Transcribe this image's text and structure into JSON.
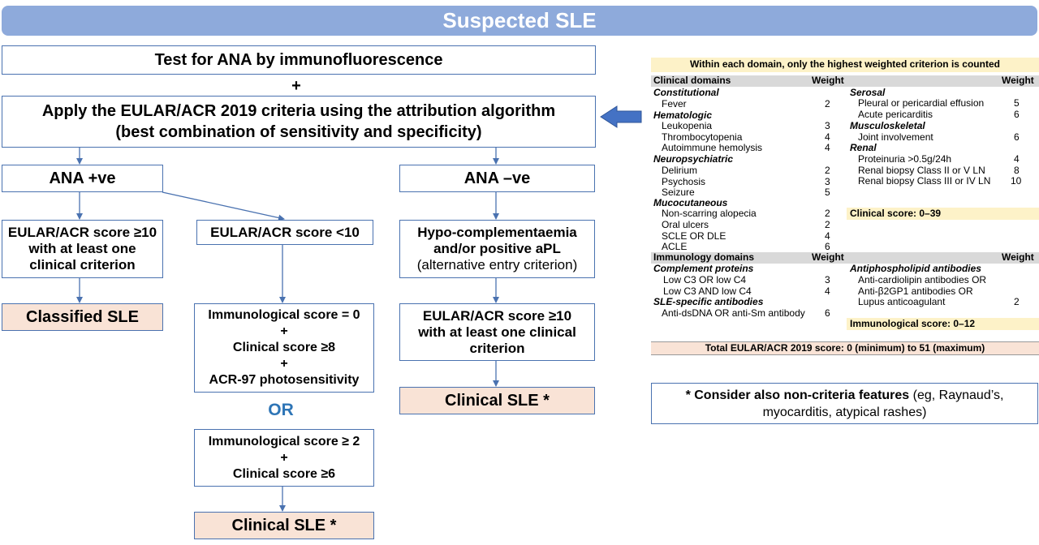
{
  "header": {
    "title": "Suspected SLE"
  },
  "flow": {
    "ana_test": "Test for ANA by immunofluorescence",
    "plus": "+",
    "apply_line1": "Apply the EULAR/ACR 2019 criteria using the attribution algorithm",
    "apply_line2": "(best combination of sensitivity and specificity)",
    "ana_pos": "ANA +ve",
    "ana_neg": "ANA –ve",
    "score10_line1": "EULAR/ACR score ≥10",
    "score10_line2": "with at least one",
    "score10_line3": "clinical criterion",
    "score_lt10": "EULAR/ACR score <10",
    "classified": "Classified SLE",
    "immuno0_line1": "Immunological score = 0",
    "immuno0_plus1": "+",
    "immuno0_line2": "Clinical score ≥8",
    "immuno0_plus2": "+",
    "immuno0_line3": "ACR-97 photosensitivity",
    "or": "OR",
    "immuno2_line1": "Immunological score ≥ 2",
    "immuno2_plus": "+",
    "immuno2_line2": "Clinical score ≥6",
    "clinical_mid": "Clinical SLE *",
    "hypo_line1": "Hypo-complementaemia",
    "hypo_line2": "and/or positive aPL",
    "hypo_line3": "(alternative entry criterion)",
    "neg_score_line1": "EULAR/ACR score ≥10",
    "neg_score_line2": "with at least one clinical",
    "neg_score_line3": "criterion",
    "clinical_right": "Clinical SLE *"
  },
  "criteria": {
    "note": "Within each domain, only the highest weighted criterion is counted",
    "clinical_header": "Clinical domains",
    "weight": "Weight",
    "left_col": [
      {
        "domain": "Constitutional",
        "items": [
          {
            "label": "Fever",
            "w": "2"
          }
        ]
      },
      {
        "domain": "Hematologic",
        "items": [
          {
            "label": "Leukopenia",
            "w": "3"
          },
          {
            "label": "Thrombocytopenia",
            "w": "4"
          },
          {
            "label": "Autoimmune hemolysis",
            "w": "4"
          }
        ]
      },
      {
        "domain": "Neuropsychiatric",
        "items": [
          {
            "label": "Delirium",
            "w": "2"
          },
          {
            "label": "Psychosis",
            "w": "3"
          },
          {
            "label": "Seizure",
            "w": "5"
          }
        ]
      },
      {
        "domain": "Mucocutaneous",
        "items": [
          {
            "label": "Non-scarring alopecia",
            "w": "2"
          },
          {
            "label": "Oral ulcers",
            "w": "2"
          },
          {
            "label": "SCLE OR DLE",
            "w": "4"
          },
          {
            "label": "ACLE",
            "w": "6"
          }
        ]
      }
    ],
    "right_col": [
      {
        "domain": "Serosal",
        "items": [
          {
            "label": "Pleural or pericardial effusion",
            "w": "5"
          },
          {
            "label": "Acute pericarditis",
            "w": "6"
          }
        ]
      },
      {
        "domain": "Musculoskeletal",
        "items": [
          {
            "label": "Joint involvement",
            "w": "6"
          }
        ]
      },
      {
        "domain": "Renal",
        "items": [
          {
            "label": "Proteinuria >0.5g/24h",
            "w": "4"
          },
          {
            "label": "Renal biopsy Class II or V LN",
            "w": "8"
          },
          {
            "label": "Renal biopsy Class III or IV LN",
            "w": "10"
          }
        ]
      }
    ],
    "clinical_score": "Clinical score: 0–39",
    "immuno_header": "Immunology domains",
    "complement": {
      "domain": "Complement proteins",
      "items": [
        {
          "label": "Low C3 OR low C4",
          "w": "3"
        },
        {
          "label": "Low C3 AND low C4",
          "w": "4"
        }
      ]
    },
    "sle_specific": {
      "domain": "SLE-specific antibodies",
      "items": [
        {
          "label": "Anti-dsDNA OR anti-Sm antibody",
          "w": "6"
        }
      ]
    },
    "apl": {
      "domain": "Antiphospholipid antibodies",
      "lines": [
        "Anti-cardiolipin antibodies OR",
        "Anti-β2GP1 antibodies OR",
        "Lupus anticoagulant"
      ],
      "w": "2"
    },
    "immuno_score": "Immunological score: 0–12",
    "total": "Total EULAR/ACR 2019 score: 0 (minimum) to 51 (maximum)"
  },
  "footnote": {
    "bold": "* Consider also non-criteria features",
    "normal1": " (eg, Raynaud’s,",
    "normal2": "myocarditis, atypical rashes)"
  },
  "colors": {
    "title_bg": "#8eaadb",
    "border": "#4a72b0",
    "pink": "#f9e3d6",
    "yellow": "#fdf2c8",
    "gray": "#d9d9d9",
    "or_blue": "#2e75b6"
  }
}
